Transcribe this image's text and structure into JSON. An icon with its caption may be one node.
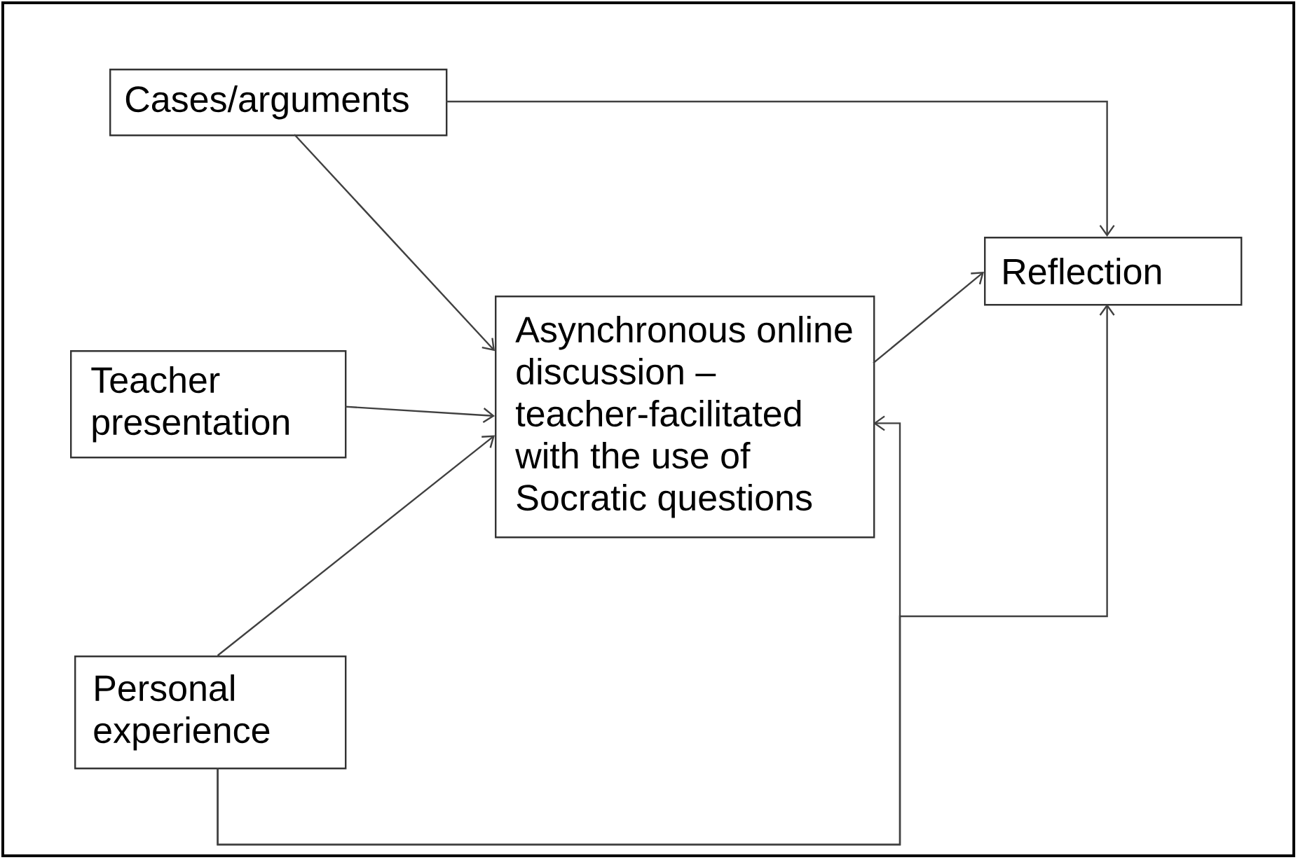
{
  "diagram": {
    "nodes": [
      {
        "text": [
          "Cases/arguments"
        ]
      },
      {
        "text": [
          "Teacher presentation"
        ]
      },
      {
        "text": [
          "Personal experience"
        ]
      },
      {
        "text": [
          "Asynchronous online discussion – teacher-facilitated with the use of Socratic questions"
        ]
      },
      {
        "text": [
          "Reflection"
        ]
      }
    ],
    "edges": [
      {
        "from": 0,
        "to": 3,
        "arrow": "to"
      },
      {
        "from": 0,
        "to": 4,
        "arrow": "to"
      },
      {
        "from": 1,
        "to": 3,
        "arrow": "to"
      },
      {
        "from": 2,
        "to": 3,
        "arrow": "to"
      },
      {
        "from": 3,
        "to": 4,
        "arrow": "to"
      },
      {
        "from": 2,
        "to": 4,
        "arrow": "to"
      },
      {
        "from": 2,
        "to": 3,
        "arrow": "to"
      }
    ]
  }
}
